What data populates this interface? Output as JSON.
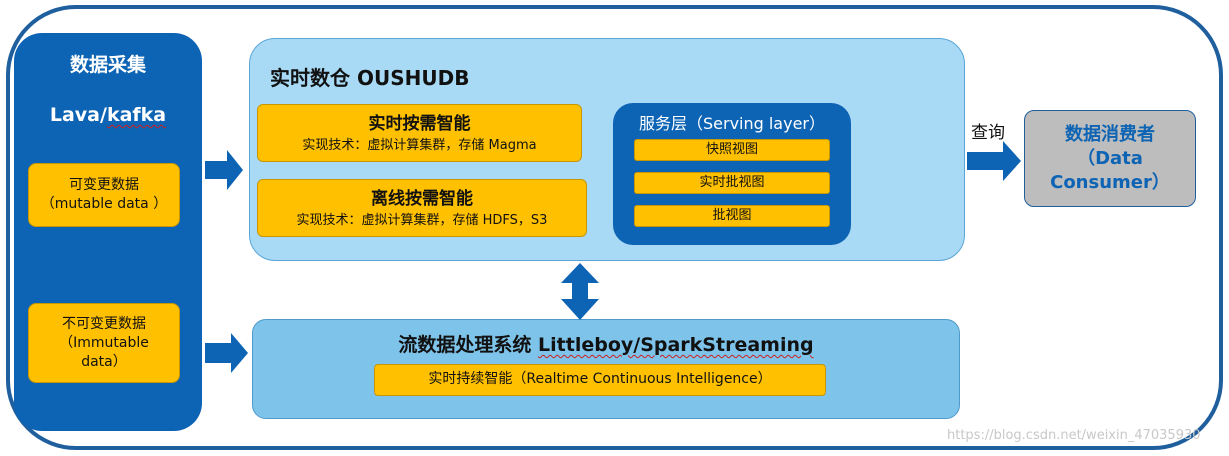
{
  "collection": {
    "title": "数据采集",
    "subtitle_prefix": "Lava/",
    "subtitle_underlined": "kafka",
    "mutable": {
      "line1": "可变更数据",
      "line2": "（mutable data ）"
    },
    "immutable": {
      "line1": "不可变更数据",
      "line2": "（Immutable",
      "line3": "data）"
    }
  },
  "realtime_warehouse": {
    "title": "实时数仓 OUSHUDB",
    "realtime_on_demand": {
      "title": "实时按需智能",
      "desc": "实现技术：虚拟计算集群，存储 Magma"
    },
    "offline_on_demand": {
      "title": "离线按需智能",
      "desc": "实现技术：虚拟计算集群，存储 HDFS，S3"
    },
    "serving": {
      "title": "服务层（Serving layer）",
      "items": [
        "快照视图",
        "实时批视图",
        "批视图"
      ]
    }
  },
  "stream": {
    "title_prefix": "流数据处理系统 ",
    "title_underlined": "Littleboy/SparkStreaming",
    "box": "实时持续智能（Realtime Continuous Intelligence）"
  },
  "query_label": "查询",
  "consumer": {
    "line1": "数据消费者",
    "line2": "（Data",
    "line3": "Consumer）"
  },
  "watermark": "https://blog.csdn.net/weixin_47035930",
  "colors": {
    "dark_blue": "#0e64b4",
    "light_blue": "#a8daf5",
    "mid_blue": "#7ec3ea",
    "gold": "#ffc000",
    "outline": "#1f5f9e",
    "consumer_gray": "#bdbdbd"
  }
}
